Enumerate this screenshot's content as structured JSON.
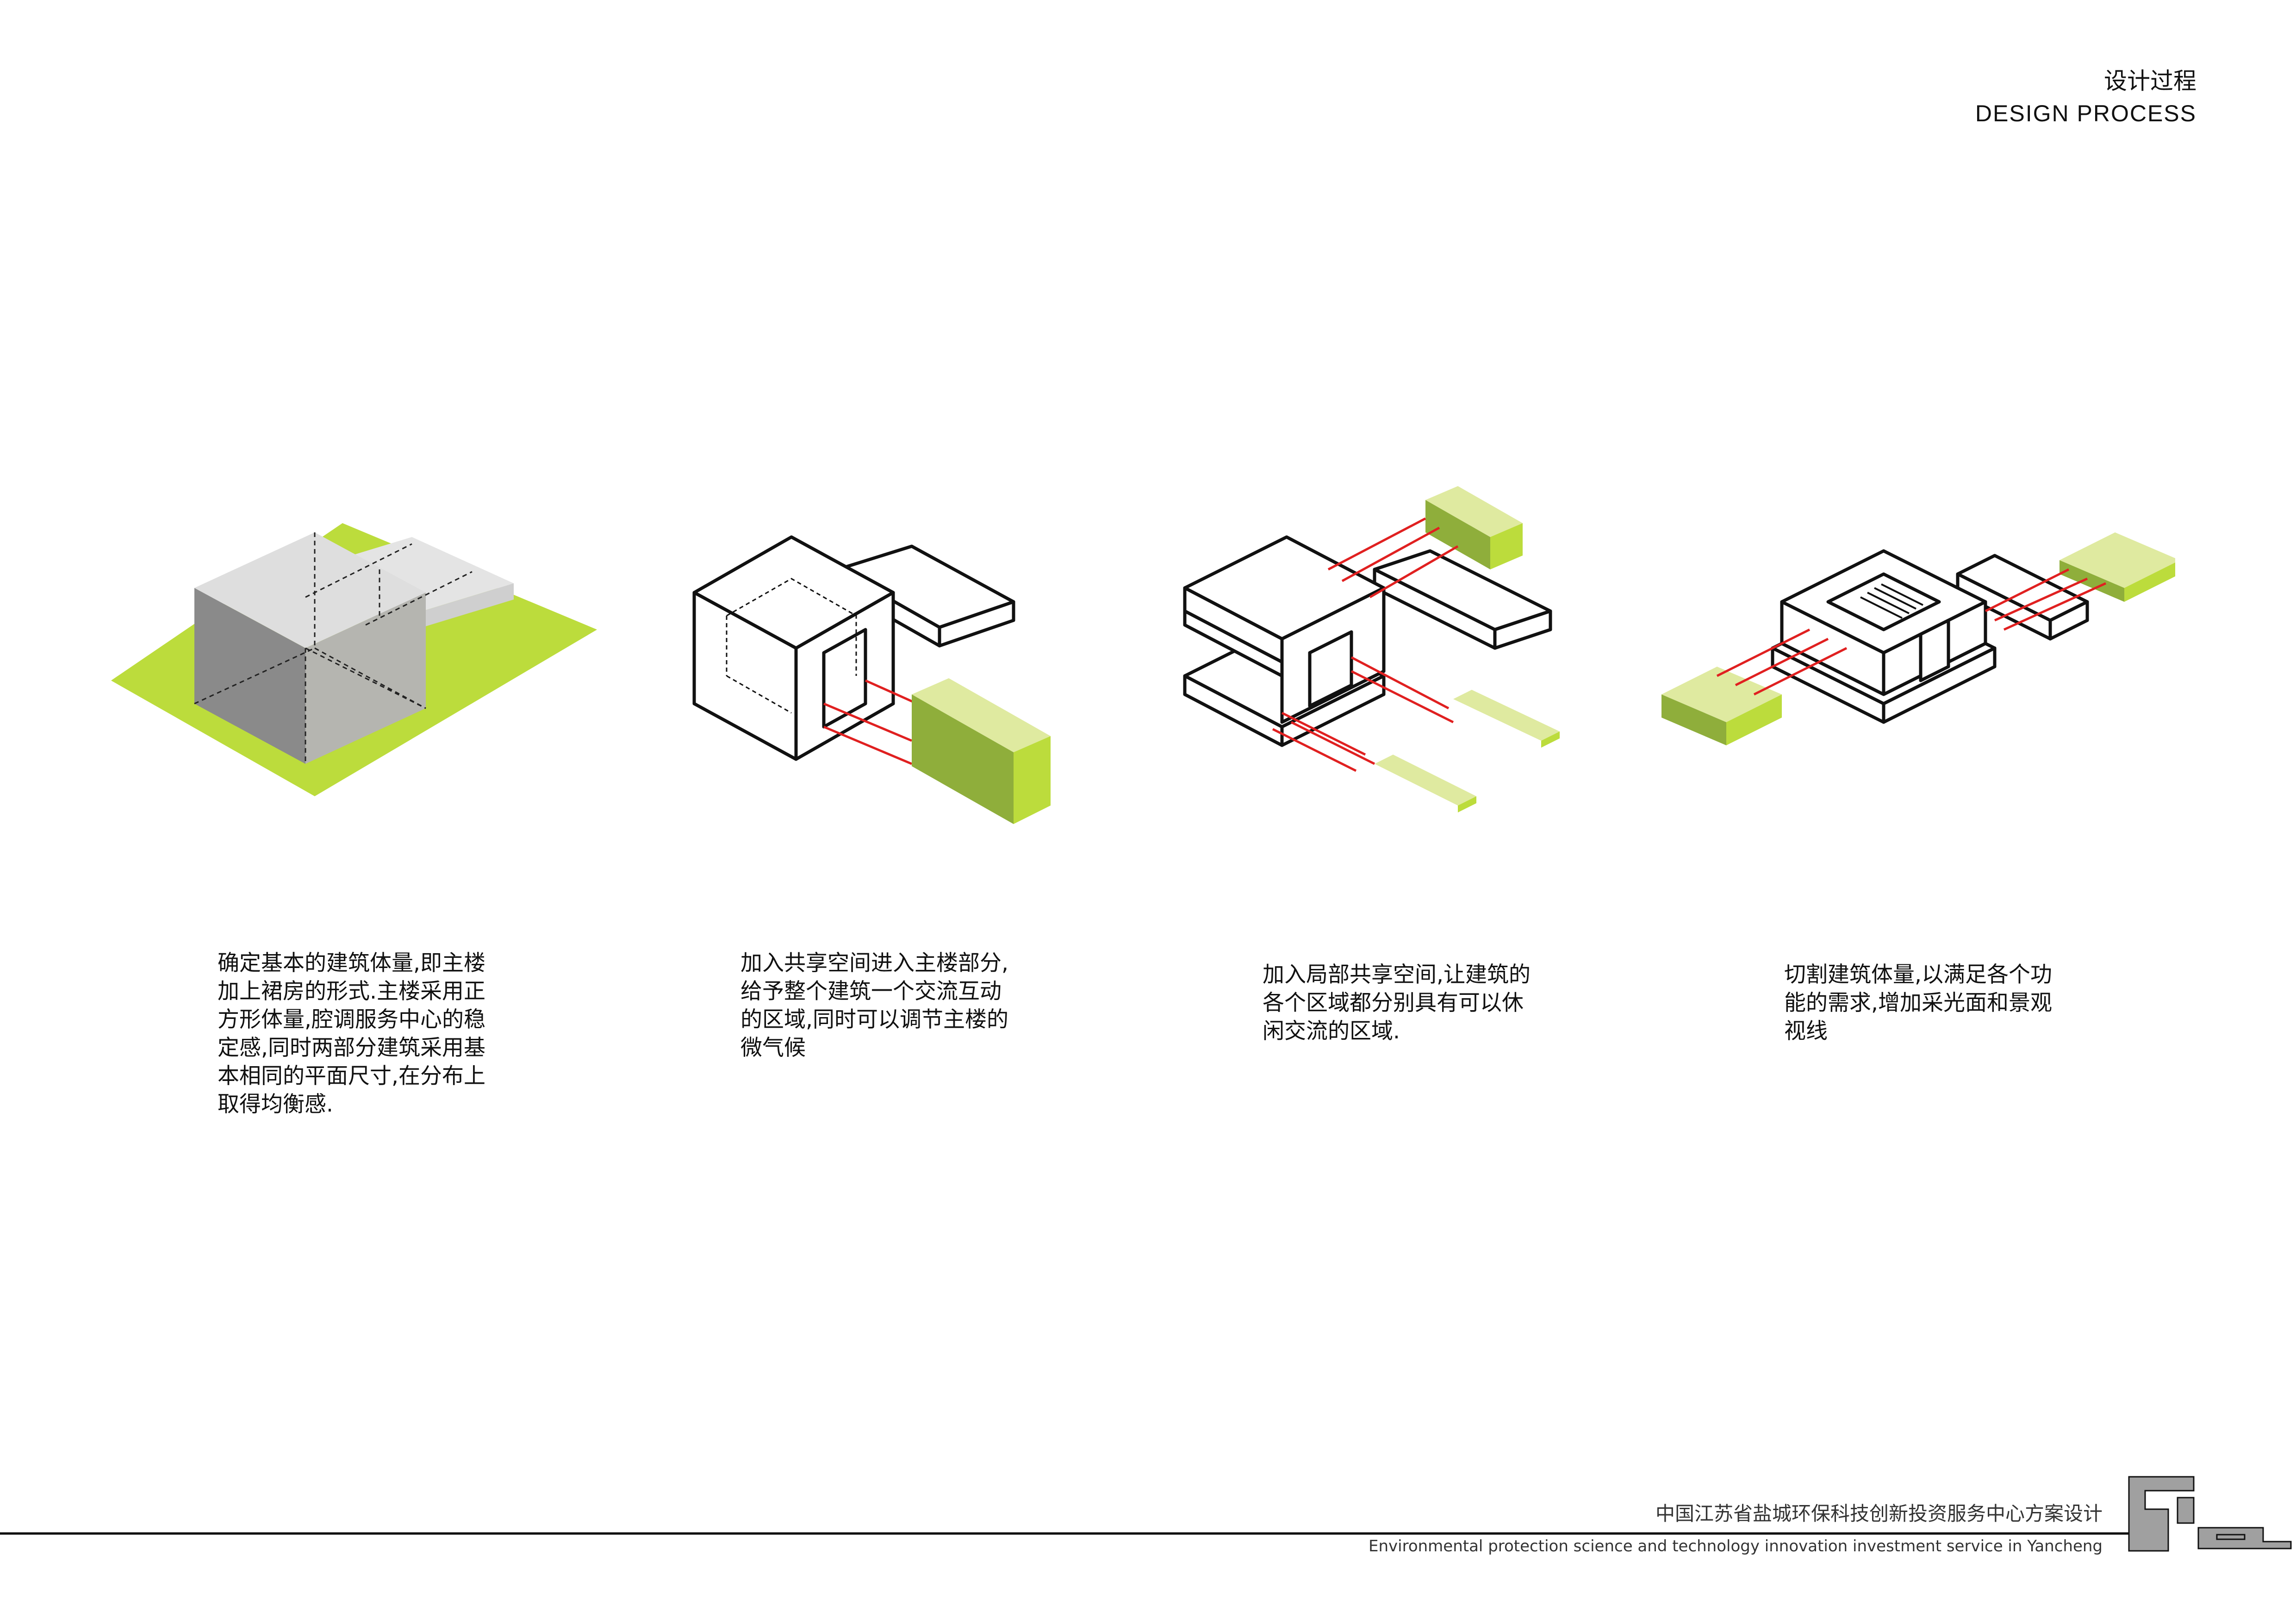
{
  "header": {
    "title_zh": "设计过程",
    "title_en": "DESIGN PROCESS"
  },
  "steps": [
    {
      "caption": "确定基本的建筑体量,即主楼\n加上裙房的形式.主楼采用正\n方形体量,腔调服务中心的稳\n定感,同时两部分建筑采用基\n本相同的平面尺寸,在分布上\n取得均衡感."
    },
    {
      "caption": "加入共享空间进入主楼部分,\n给予整个建筑一个交流互动\n的区域,同时可以调节主楼的\n微气候"
    },
    {
      "caption": "加入局部共享空间,让建筑的\n各个区域都分别具有可以休\n闲交流的区域."
    },
    {
      "caption": "切割建筑体量,以满足各个功\n能的需求,增加采光面和景观\n视线"
    }
  ],
  "footer": {
    "project_zh": "中国江苏省盐城环保科技创新投资服务中心方案设计",
    "project_en": "Environmental protection science and technology innovation investment service in Yancheng"
  },
  "colors": {
    "lime": "#bcdc3c",
    "lime_light": "#dfeaa0",
    "lime_dark": "#8fae3b",
    "red": "#e02020",
    "gray_top": "#dcdcdc",
    "gray_left": "#8c8c8c",
    "gray_right": "#b4b4b0",
    "logo_gray": "#a0a0a0"
  }
}
